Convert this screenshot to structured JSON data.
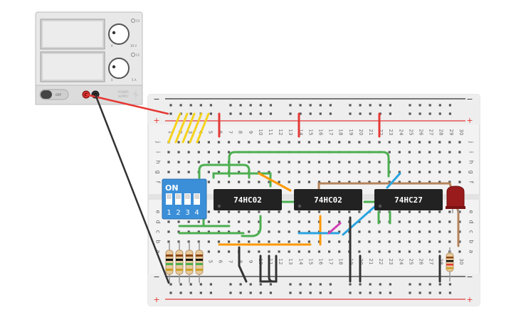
{
  "power_supply": {
    "off_label": "OFF",
    "voltage_knob_max": "30 V",
    "voltage_knob_min": "0",
    "current_knob_max": "5 A",
    "current_knob_min": "0",
    "cv_label": "CV",
    "cc_label": "CC",
    "brand_line1": "POWER",
    "brand_line2": "SUPPLY"
  },
  "breadboard": {
    "columns": [
      "1",
      "2",
      "3",
      "4",
      "5",
      "6",
      "7",
      "8",
      "9",
      "10",
      "11",
      "12",
      "13",
      "14",
      "15",
      "16",
      "17",
      "18",
      "19",
      "20",
      "21",
      "22",
      "23",
      "24",
      "25",
      "26",
      "27",
      "28",
      "29",
      "30"
    ],
    "rows_top": [
      "j",
      "i",
      "h",
      "g",
      "f"
    ],
    "rows_bottom": [
      "e",
      "d",
      "c",
      "b",
      "a"
    ],
    "rail_plus": "+",
    "rail_minus": "−"
  },
  "dip_switch": {
    "on_label": "ON",
    "numbers": [
      "1",
      "2",
      "3",
      "4"
    ]
  },
  "chips": [
    {
      "label": "74HC02"
    },
    {
      "label": "74HC02"
    },
    {
      "label": "74HC27"
    }
  ],
  "colors": {
    "red_wire": "#e53935",
    "black_wire": "#333333",
    "yellow_wire": "#f5d21c",
    "green_wire": "#4caf50",
    "orange_wire": "#ff9800",
    "blue_wire": "#29a3e0",
    "magenta_wire": "#d33fb5",
    "brown_wire": "#b5835a",
    "led": "#9a1b1b",
    "chip": "#222222",
    "dip": "#3b8fd9"
  }
}
